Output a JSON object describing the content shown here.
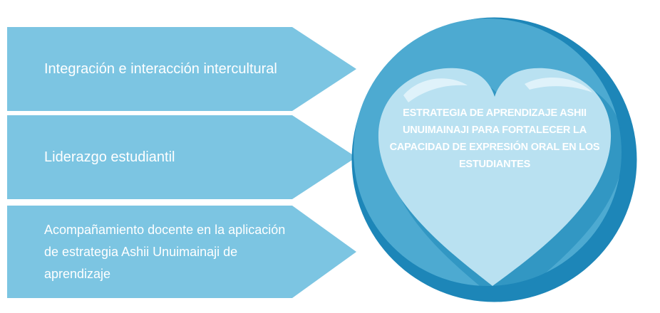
{
  "colors": {
    "arrow_fill": "#7cc5e2",
    "circle_fill": "#4daad1",
    "circle_rim": "#1d86b8",
    "heart_fill": "#b9e1f1",
    "heart_highlight": "#e3f4fb",
    "text": "#ffffff"
  },
  "items": [
    {
      "label": "Integración e interacción intercultural"
    },
    {
      "label": "Liderazgo estudiantil"
    },
    {
      "label": "Acompañamiento docente en la aplicación de estrategia Ashii Unuimainaji de aprendizaje"
    }
  ],
  "center": {
    "title": "ESTRATEGIA DE APRENDIZAJE ASHII UNUIMAINAJI PARA FORTALECER LA CAPACIDAD DE EXPRESIÓN ORAL EN LOS ESTUDIANTES",
    "icon": "heart-icon"
  }
}
